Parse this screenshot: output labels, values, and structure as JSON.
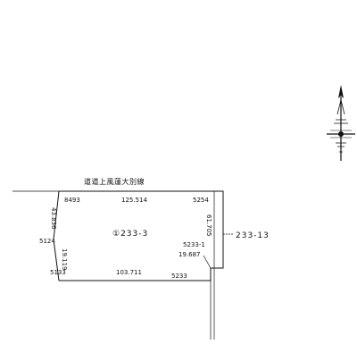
{
  "road_name": "道道上風蓮大別線",
  "parcel_label": "①233-3",
  "adjacent_parcel": "233-13",
  "points": {
    "p8493": "8493",
    "p5254": "5254",
    "p5124": "5124",
    "p5133": "5133",
    "p5233": "5233",
    "p5233_1": "5233-1"
  },
  "distances": {
    "top": "125.514",
    "left_upper": "43.836",
    "left_lower": "19.119",
    "right": "61.705",
    "bottom": "103.711",
    "notch": "19.687"
  },
  "north_arrow": "north-arrow"
}
